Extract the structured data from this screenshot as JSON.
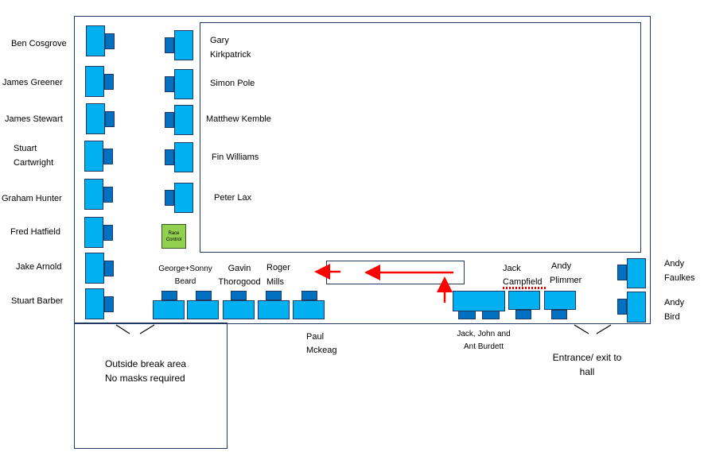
{
  "left_column": [
    {
      "name": "Ben Cosgrove"
    },
    {
      "name": "James Greener"
    },
    {
      "name": "James Stewart"
    },
    {
      "name": "Stuart Cartwright",
      "lines": [
        "Stuart",
        "Cartwright"
      ]
    },
    {
      "name": "Graham Hunter"
    },
    {
      "name": "Fred Hatfield"
    },
    {
      "name": "Jake Arnold"
    },
    {
      "name": "Stuart Barber"
    }
  ],
  "inner_column": [
    {
      "name": "Gary Kirkpatrick",
      "lines": [
        "Gary",
        "Kirkpatrick"
      ]
    },
    {
      "name": "Simon Pole"
    },
    {
      "name": "Matthew Kemble"
    },
    {
      "name": "Fin Williams"
    },
    {
      "name": "Peter Lax"
    }
  ],
  "race_control": [
    "Race",
    "Control"
  ],
  "bottom_row": {
    "george_sonny": [
      "George+Sonny",
      "Beard"
    ],
    "gavin": [
      "Gavin",
      "Thorogood"
    ],
    "roger": [
      "Roger",
      "Mills"
    ],
    "paul": [
      "Paul",
      "Mckeag"
    ]
  },
  "right_side": {
    "jack_campfield": [
      "Jack",
      "Campfield"
    ],
    "andy_plimmer": [
      "Andy",
      "Plimmer"
    ],
    "burdett": [
      "Jack, John and",
      "Ant Burdett"
    ],
    "andy_faulkes": [
      "Andy",
      "Faulkes"
    ],
    "andy_bird": [
      "Andy",
      "Bird"
    ]
  },
  "break_area": [
    "Outside break area",
    "No masks required"
  ],
  "entrance": [
    "Entrance/ exit to",
    "hall"
  ],
  "colors": {
    "seat": "#00b0f0",
    "table": "#0070c0",
    "wall": "#1f3864",
    "race_control": "#92d050",
    "arrow": "#ff0000"
  }
}
